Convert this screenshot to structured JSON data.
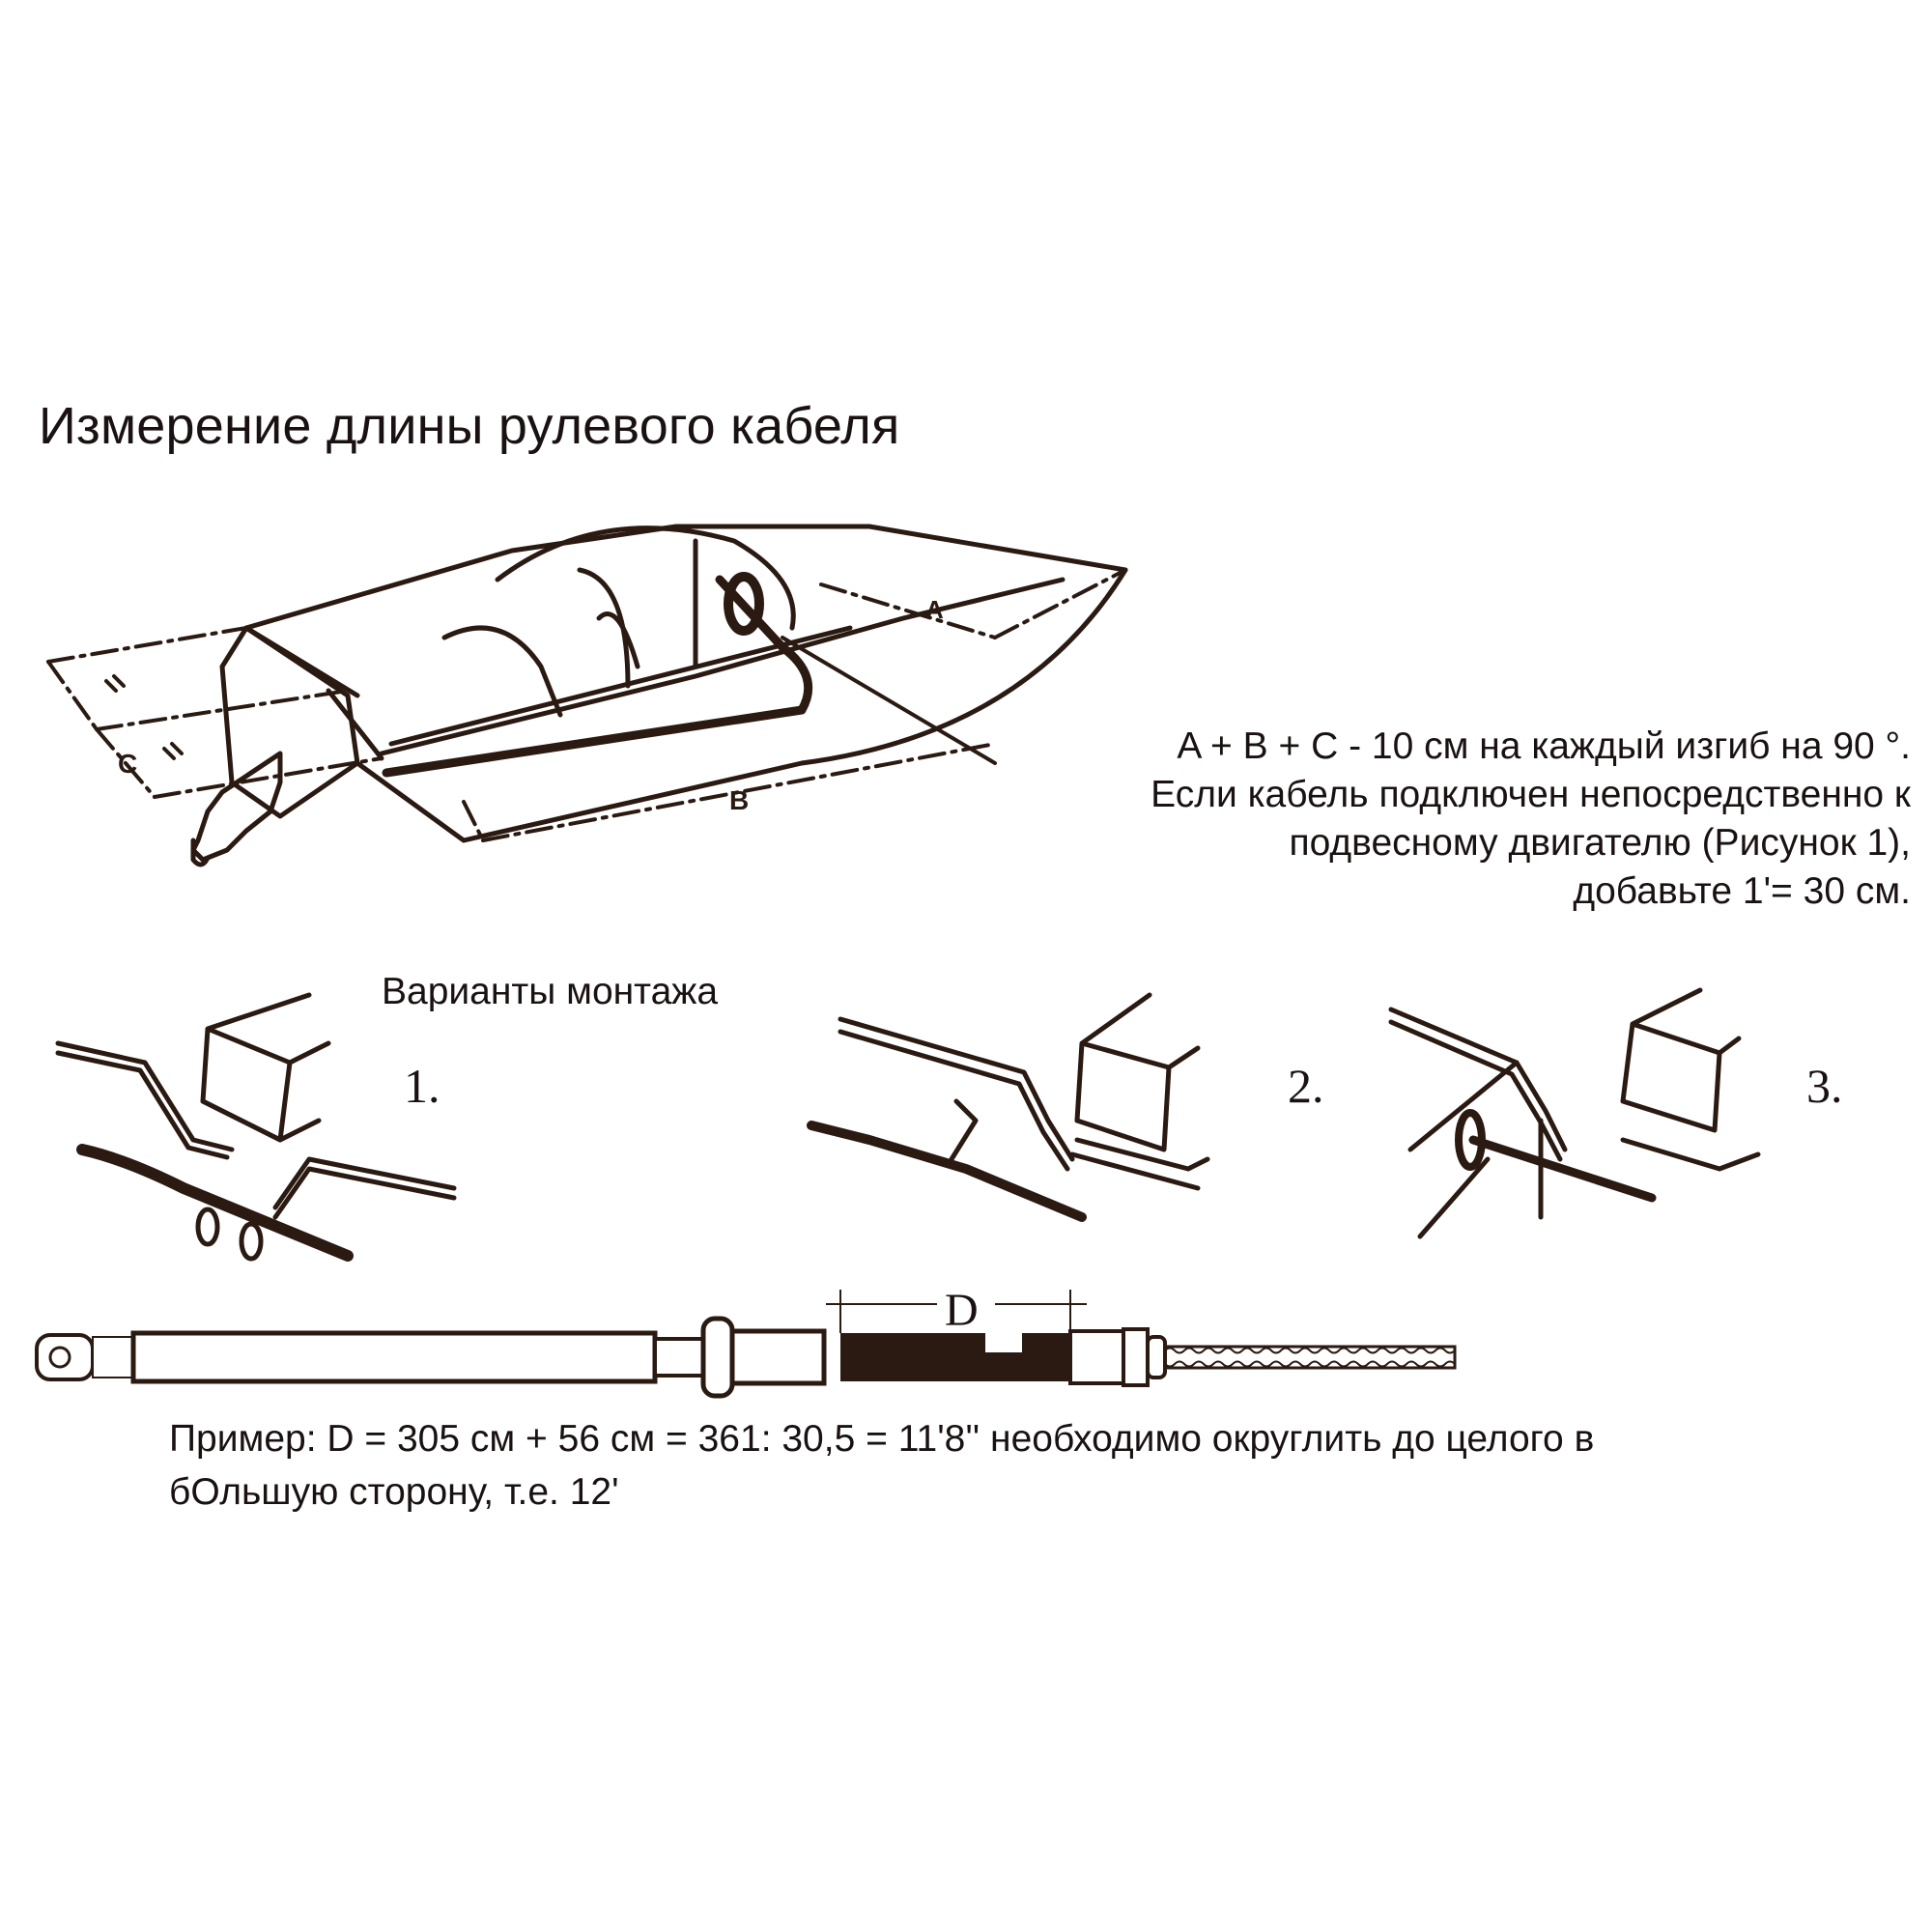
{
  "title": "Измерение длины рулевого кабеля",
  "formula_lines": [
    "A + B + C - 10 см на каждый изгиб на 90 °.",
    "Если кабель подключен непосредственно к",
    "подвесному двигателю (Рисунок 1),",
    "добавьте 1'= 30 см."
  ],
  "boat_diagram": {
    "dimension_labels": {
      "a": "A",
      "b": "B",
      "c": "C"
    }
  },
  "mounting": {
    "heading": "Варианты монтажа",
    "options": [
      {
        "number": "1."
      },
      {
        "number": "2."
      },
      {
        "number": "3."
      }
    ]
  },
  "cable_diagram": {
    "dimension_label": "D"
  },
  "example_lines": [
    "Пример: D = 305 см + 56 см = 361: 30,5 = 11'8'' необходимо округлить до целого в",
    "бОльшую сторону, т.е. 12'"
  ],
  "colors": {
    "ink": "#2a1a12",
    "text": "#1a1212",
    "background": "#ffffff"
  }
}
